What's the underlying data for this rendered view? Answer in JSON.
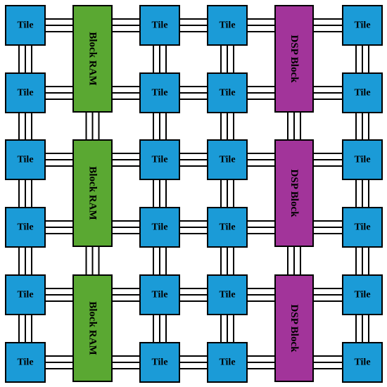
{
  "diagram": {
    "tile_label": "Tile",
    "bram_label": "Block RAM",
    "dsp_label": "DSP Block",
    "colors": {
      "tile": "#1b9bd7",
      "bram": "#5aa832",
      "dsp": "#a2349a",
      "wire": "#000000",
      "background": "#ffffff"
    },
    "grid": {
      "columns": [
        "tile",
        "bram",
        "tile",
        "tile",
        "dsp",
        "tile"
      ],
      "tile_rows": 6,
      "block_rows": 3,
      "wires_per_link": 3
    }
  }
}
